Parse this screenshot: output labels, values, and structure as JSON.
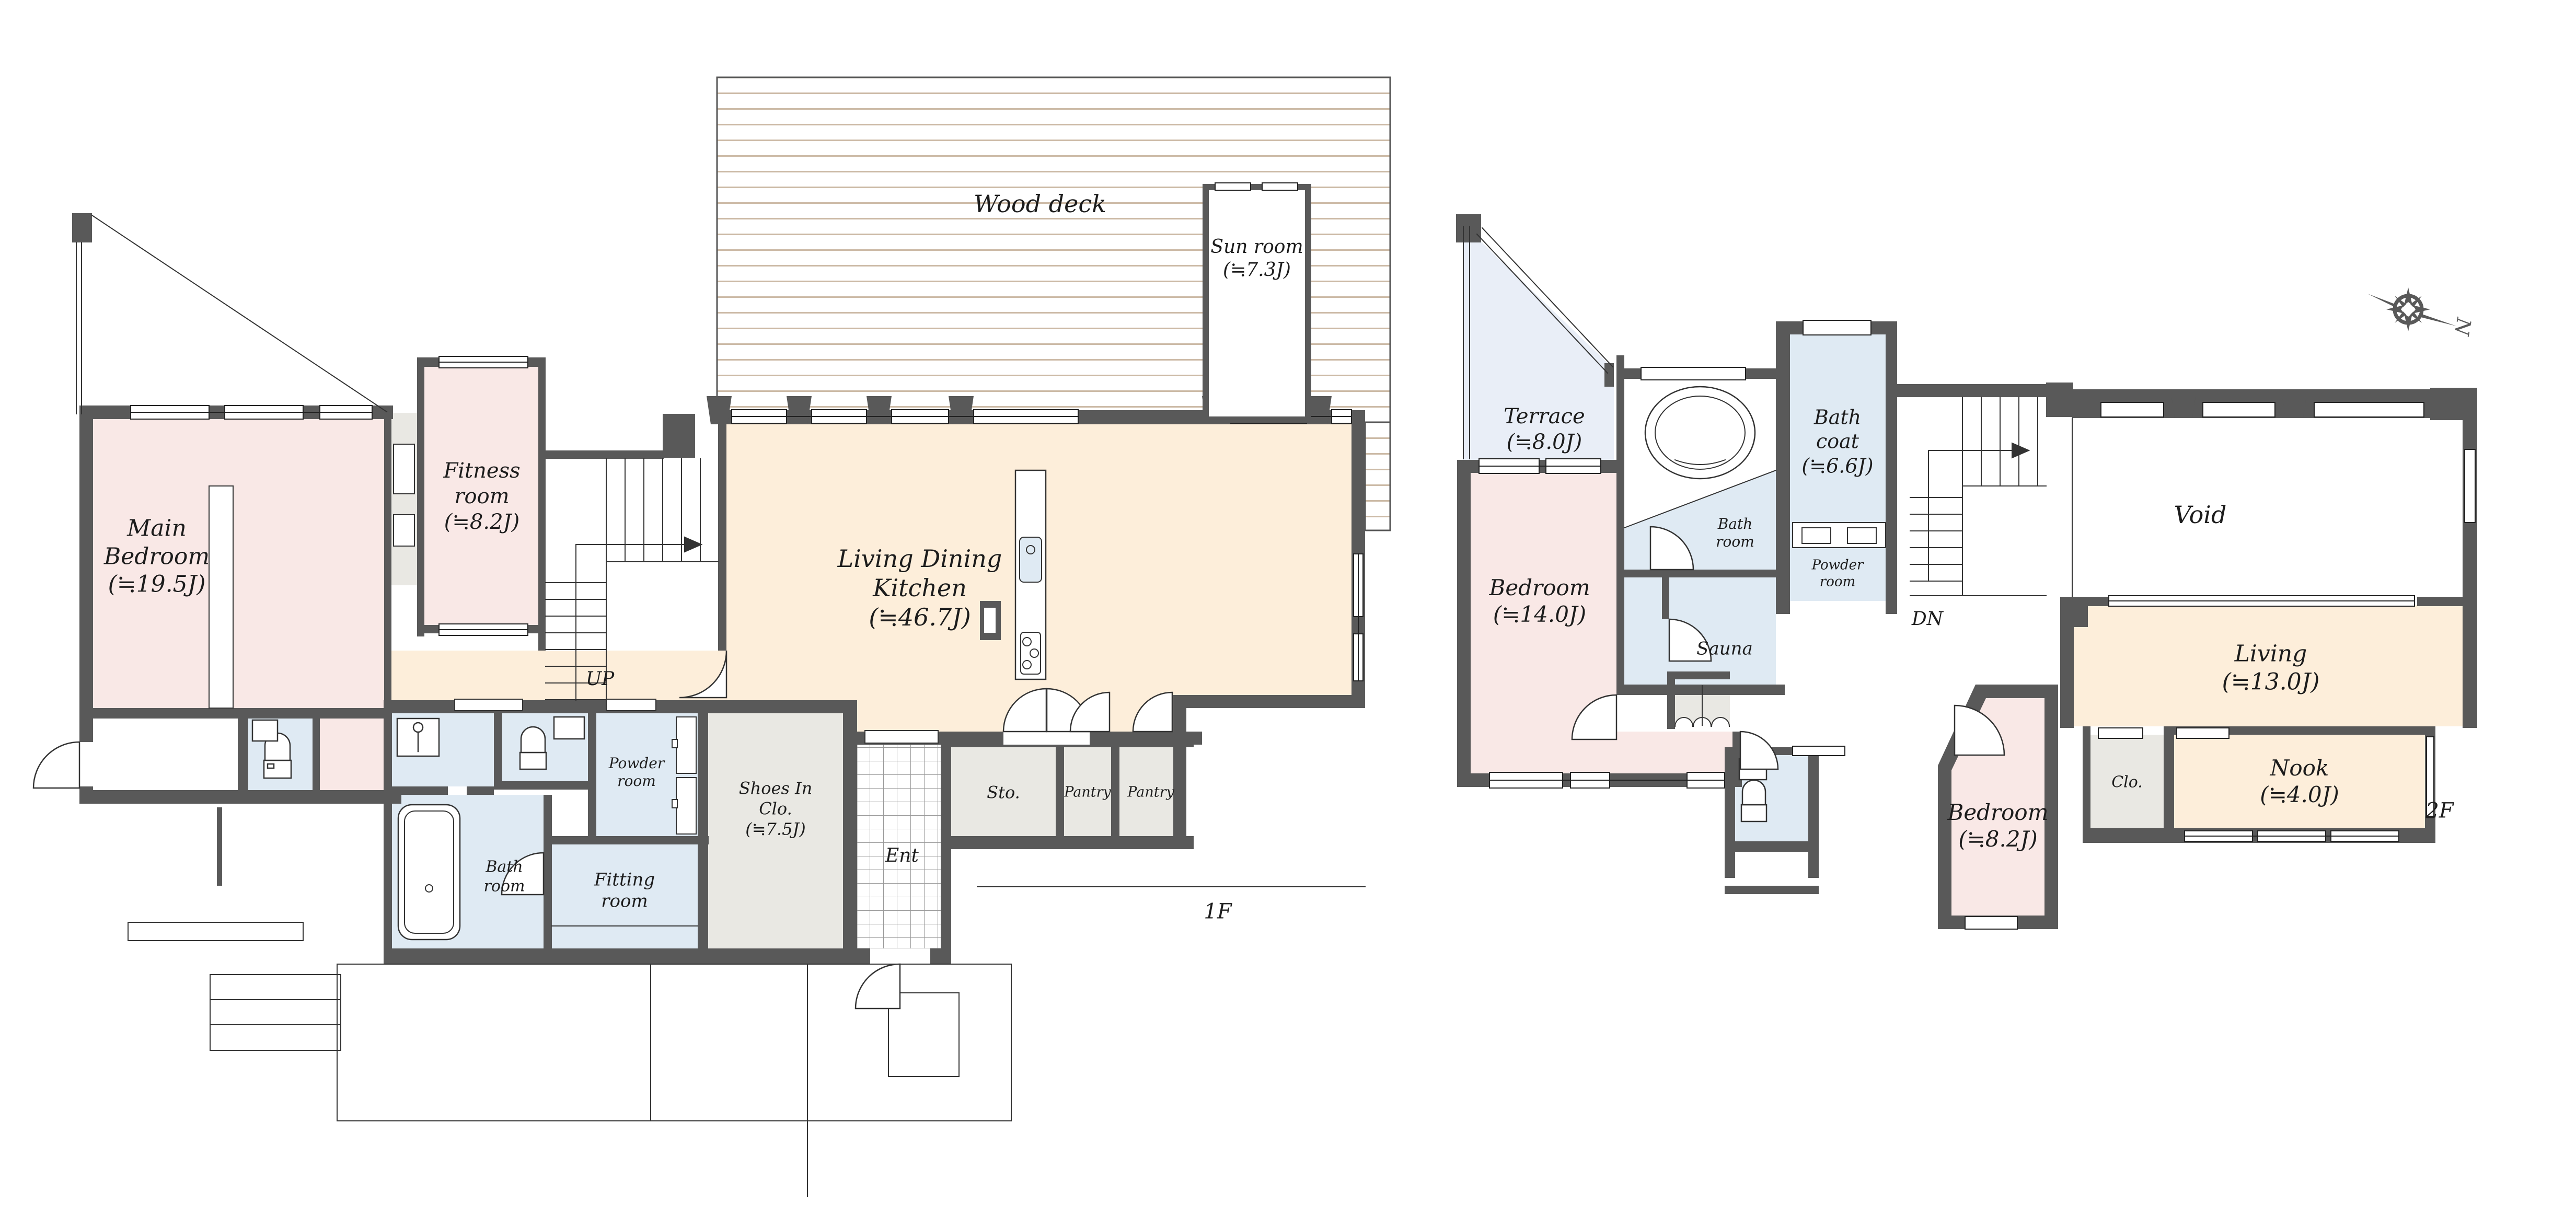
{
  "document": {
    "type": "floor-plan",
    "units": "J (tatami mats)"
  },
  "colors": {
    "wall": "#595959",
    "room_pink": "#f9e8e6",
    "room_cream": "#fdeeda",
    "room_blue": "#dfeaf3",
    "room_gray": "#e9e8e3",
    "terrace_blue": "#e9eef7",
    "deck_stripe": "#ccbaa6",
    "line": "#333333"
  },
  "floor1": {
    "label": "1F",
    "stairs_label": "UP",
    "rooms": {
      "wood_deck": {
        "name": "Wood deck"
      },
      "sun_room": {
        "name": "Sun room",
        "size": "(≒7.3J)"
      },
      "ldk": {
        "name": "Living Dining\nKitchen",
        "size": "(≒46.7J)"
      },
      "fitness": {
        "name": "Fitness\nroom",
        "size": "(≒8.2J)"
      },
      "main_bedroom": {
        "name": "Main\nBedroom",
        "size": "(≒19.5J)"
      },
      "bath_room": {
        "name": "Bath\nroom"
      },
      "fitting_room": {
        "name": "Fitting\nroom"
      },
      "powder_room": {
        "name": "Powder\nroom"
      },
      "shoes_in_clo": {
        "name": "Shoes In\nClo.",
        "size": "(≒7.5J)"
      },
      "ent": {
        "name": "Ent"
      },
      "sto": {
        "name": "Sto."
      },
      "pantry_1": {
        "name": "Pantry"
      },
      "pantry_2": {
        "name": "Pantry"
      }
    }
  },
  "floor2": {
    "label": "2F",
    "stairs_label": "DN",
    "compass_north": "N",
    "rooms": {
      "terrace": {
        "name": "Terrace",
        "size": "(≒8.0J)"
      },
      "bedroom_14": {
        "name": "Bedroom",
        "size": "(≒14.0J)"
      },
      "bath_room": {
        "name": "Bath\nroom"
      },
      "sauna": {
        "name": "Sauna"
      },
      "bath_coat": {
        "name": "Bath\ncoat",
        "size": "(≒6.6J)"
      },
      "powder_room": {
        "name": "Powder\nroom"
      },
      "void": {
        "name": "Void"
      },
      "living": {
        "name": "Living",
        "size": "(≒13.0J)"
      },
      "clo": {
        "name": "Clo."
      },
      "nook": {
        "name": "Nook",
        "size": "(≒4.0J)"
      },
      "bedroom_8": {
        "name": "Bedroom",
        "size": "(≒8.2J)"
      }
    }
  }
}
